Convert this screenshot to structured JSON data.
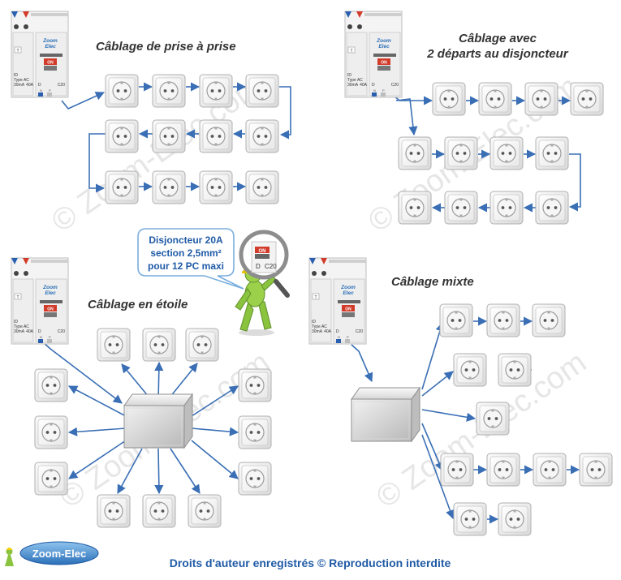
{
  "titles": {
    "prise_a_prise": "Câblage de prise à prise",
    "deux_departs_l1": "Câblage avec",
    "deux_departs_l2": "2 départs au disjoncteur",
    "etoile": "Câblage en étoile",
    "mixte": "Câblage mixte"
  },
  "bubble": {
    "line1": "Disjoncteur 20A",
    "line2": "section 2,5mm²",
    "line3": "pour 12 PC maxi"
  },
  "panel": {
    "brand_line1": "Zoom",
    "brand_line2": "Elec",
    "id_label": "ID",
    "type_label": "Type AC",
    "sensitivity": "30mA",
    "rating_id": "40A",
    "curve": "D",
    "rating_breaker": "C20",
    "on_label": "ON",
    "terminal_n": "N",
    "terminal_p": "P",
    "test_label": "T"
  },
  "magnifier": {
    "on_label": "ON",
    "curve": "D",
    "rating": "C20"
  },
  "footer": {
    "logo_text": "Zoom-Elec",
    "copyright": "Droits d'auteur enregistrés © Reproduction interdite"
  },
  "watermark": "© Zoom-Elec.com",
  "colors": {
    "arrow": "#3a6fb5",
    "title": "#333333",
    "footer_text": "#1f5aa6",
    "bubble_text": "#1f5aa6",
    "outlet_frame": "#c8c8c8",
    "breaker_red": "#d23b2a",
    "mascot_green": "#8ac43f"
  },
  "icons": [
    "electrical-outlet-icon",
    "junction-box-icon",
    "breaker-panel-icon",
    "magnifier-icon",
    "electrician-mascot-icon",
    "zoom-elec-logo-icon"
  ]
}
